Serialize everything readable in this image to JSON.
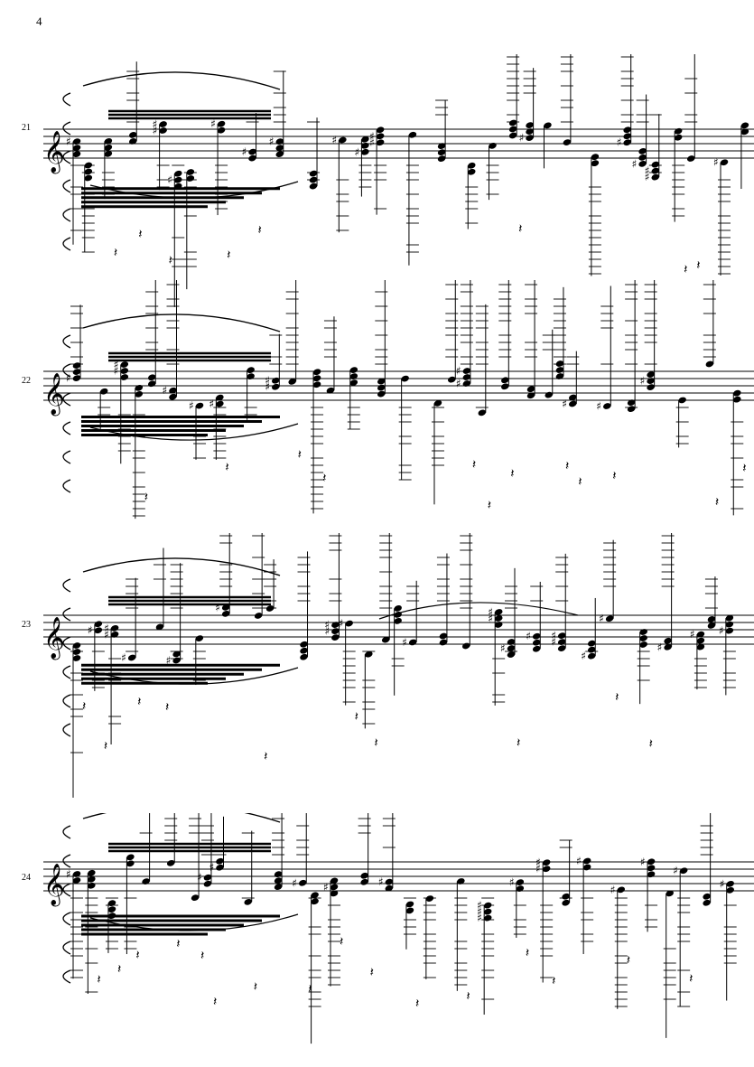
{
  "page": {
    "number": "4"
  },
  "systems": [
    {
      "measure_number": "21",
      "clef_icon": "treble-clef-icon"
    },
    {
      "measure_number": "22",
      "clef_icon": "treble-clef-icon"
    },
    {
      "measure_number": "23",
      "clef_icon": "treble-clef-icon"
    },
    {
      "measure_number": "24",
      "clef_icon": "treble-clef-icon"
    }
  ],
  "glyphs": {
    "treble_clef": "𝄞",
    "sharp": "♯",
    "natural": "♮",
    "rest": "𝄽"
  },
  "colors": {
    "ink": "#000000",
    "paper": "#ffffff"
  }
}
